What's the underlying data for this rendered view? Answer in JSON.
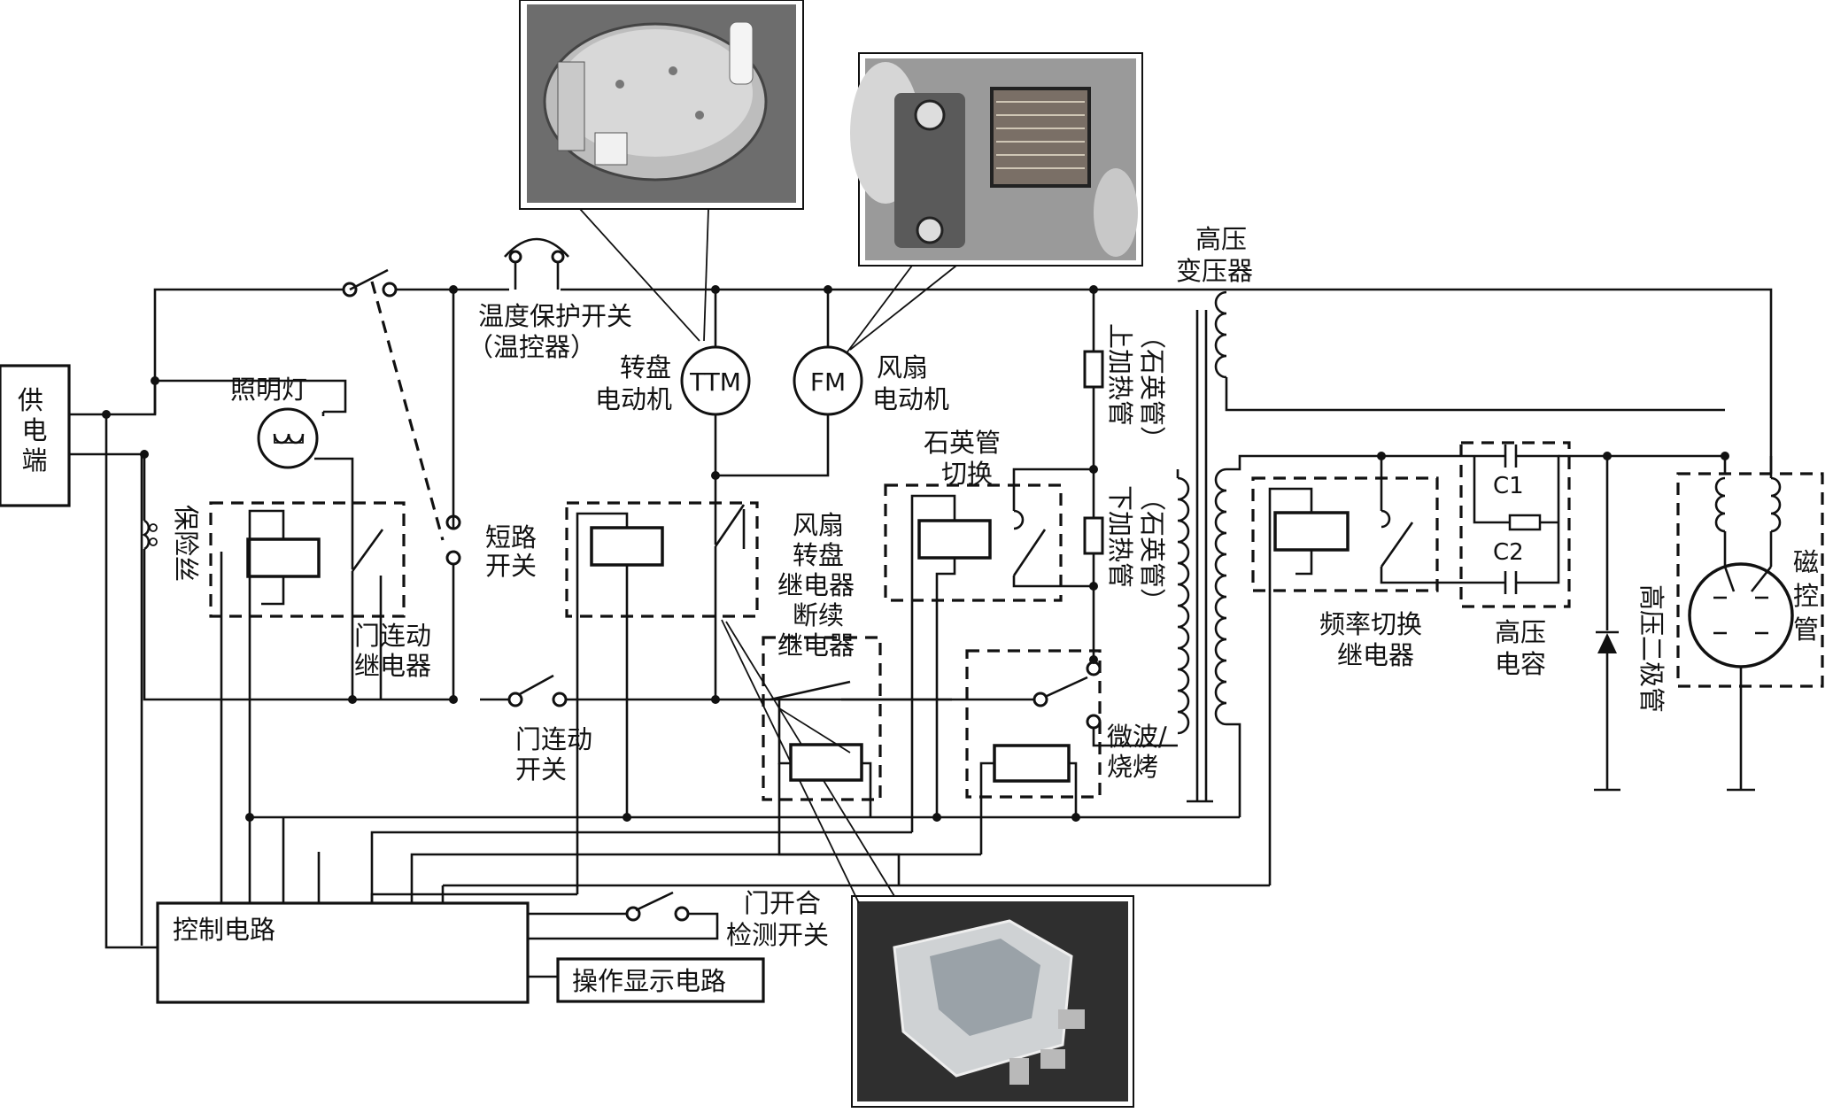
{
  "labels": {
    "power_supply": "供电端",
    "fuse": "保险丝",
    "lamp": "照明灯",
    "door_relay": "门连动\n继电器",
    "short_switch": "短路\n开关",
    "door_switch": "门连动\n开关",
    "thermo_switch": "温度保护开关\n（温控器）",
    "turntable_motor": "转盘\n电动机",
    "ttm": "TTM",
    "fm": "FM",
    "fan_motor": "风扇\n电动机",
    "fan_relay": "风扇\n转盘\n继电器",
    "intermittent_relay": "断续\n继电器",
    "quartz_switch": "石英管\n切换",
    "upper_heater": "上加热管\n（石英管）",
    "lower_heater": "下加热管\n（石英管）",
    "microwave_bake": "微波/\n烧烤",
    "hv_transformer": "高压\n变压器",
    "freq_relay": "频率切换\n继电器",
    "c1": "C1",
    "c2": "C2",
    "hv_cap": "高压\n电容",
    "hv_diode": "高压二极管",
    "magnetron": "磁\n控\n管",
    "control_circuit": "控制电路",
    "door_detect_switch": "门开合\n检测开关",
    "display_circuit": "操作显示电路"
  },
  "colors": {
    "line": "#111111",
    "background": "#ffffff"
  }
}
